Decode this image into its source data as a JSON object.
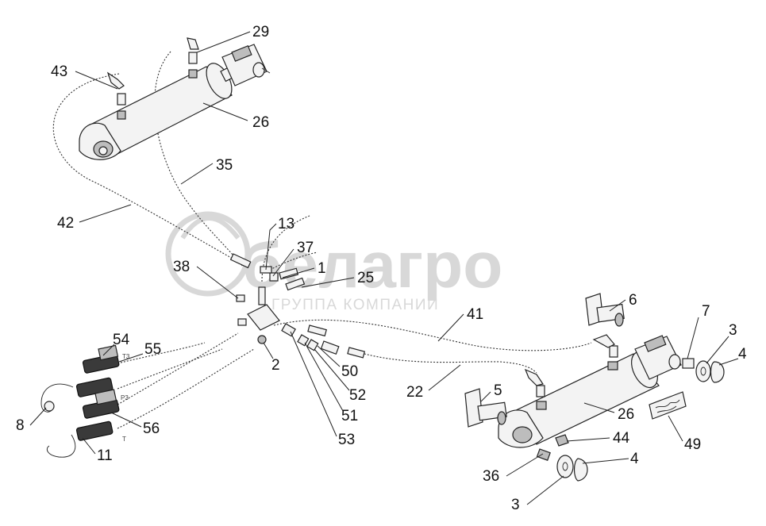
{
  "watermark": {
    "brand": "белагро",
    "tagline": "ГРУППА КОМПАНИЙ"
  },
  "port_labels": {
    "t3": "T3",
    "p3": "P3",
    "t": "T"
  },
  "callouts": {
    "c29": "29",
    "c43": "43",
    "c26a": "26",
    "c35": "35",
    "c42": "42",
    "c13": "13",
    "c37": "37",
    "c38": "38",
    "c1": "1",
    "c25": "25",
    "c41": "41",
    "c6": "6",
    "c7": "7",
    "c3a": "3",
    "c4a": "4",
    "c54": "54",
    "c55": "55",
    "c2": "2",
    "c50": "50",
    "c22": "22",
    "c5": "5",
    "c52": "52",
    "c26b": "26",
    "c8": "8",
    "c51": "51",
    "c56": "56",
    "c49": "49",
    "c53": "53",
    "c44": "44",
    "c11": "11",
    "c36": "36",
    "c4b": "4",
    "c3b": "3"
  }
}
